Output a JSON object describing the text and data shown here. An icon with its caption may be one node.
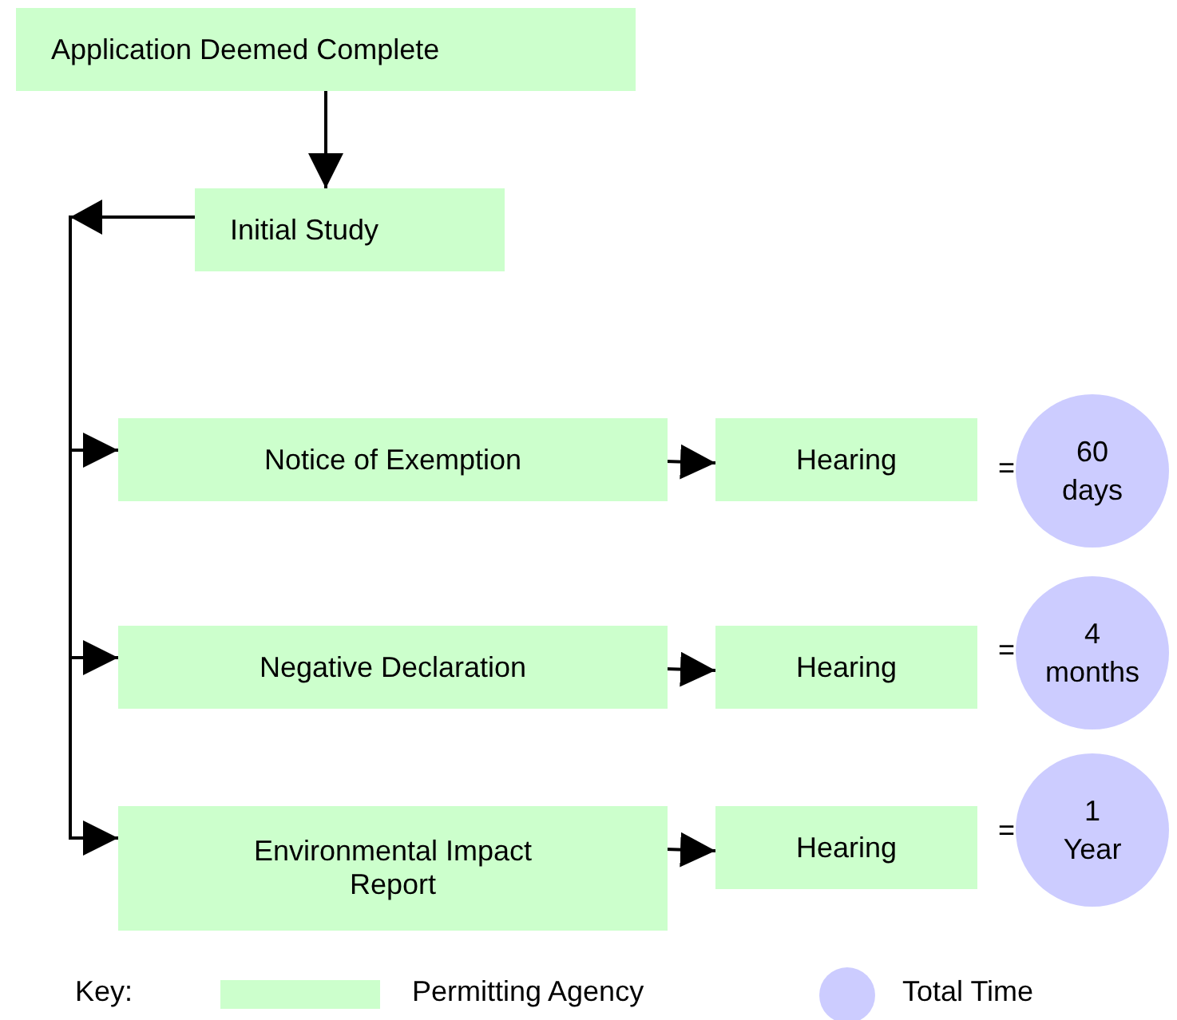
{
  "diagram": {
    "nodes": [
      {
        "text": [
          "Application Deemed Complete"
        ]
      },
      {
        "text": [
          "Initial Study"
        ]
      },
      {
        "text": [
          "Notice of Exemption"
        ]
      },
      {
        "text": [
          "Hearing"
        ]
      },
      {
        "text": [
          "60 days"
        ]
      },
      {
        "text": [
          "Negative Declaration"
        ]
      },
      {
        "text": [
          "Hearing"
        ]
      },
      {
        "text": [
          "4 months"
        ]
      },
      {
        "text": [
          "Environmental Impact Report"
        ]
      },
      {
        "text": [
          "Hearing"
        ]
      },
      {
        "text": [
          "1 Year"
        ]
      }
    ],
    "edges": [
      {
        "from": 0,
        "to": 1,
        "arrow": "to"
      },
      {
        "from": 1,
        "to": 2,
        "arrow": "to"
      },
      {
        "from": 1,
        "to": 5,
        "arrow": "to"
      },
      {
        "from": 1,
        "to": 8,
        "arrow": "to"
      },
      {
        "from": 2,
        "to": 3,
        "arrow": "to"
      },
      {
        "from": 5,
        "to": 6,
        "arrow": "to"
      },
      {
        "from": 8,
        "to": 9,
        "arrow": "to"
      }
    ],
    "labels": [
      "=",
      "=",
      "=",
      "Key:"
    ],
    "legend": [
      {
        "text": "Permitting Agency",
        "color": "#ccffcc"
      },
      {
        "text": "Total Time",
        "color": "#ccccff"
      }
    ]
  }
}
